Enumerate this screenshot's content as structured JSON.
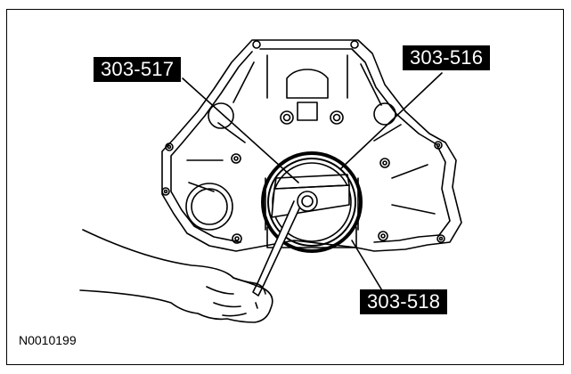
{
  "callouts": {
    "tool_517": "303-517",
    "tool_516": "303-516",
    "tool_518": "303-518"
  },
  "figure_id": "N0010199"
}
